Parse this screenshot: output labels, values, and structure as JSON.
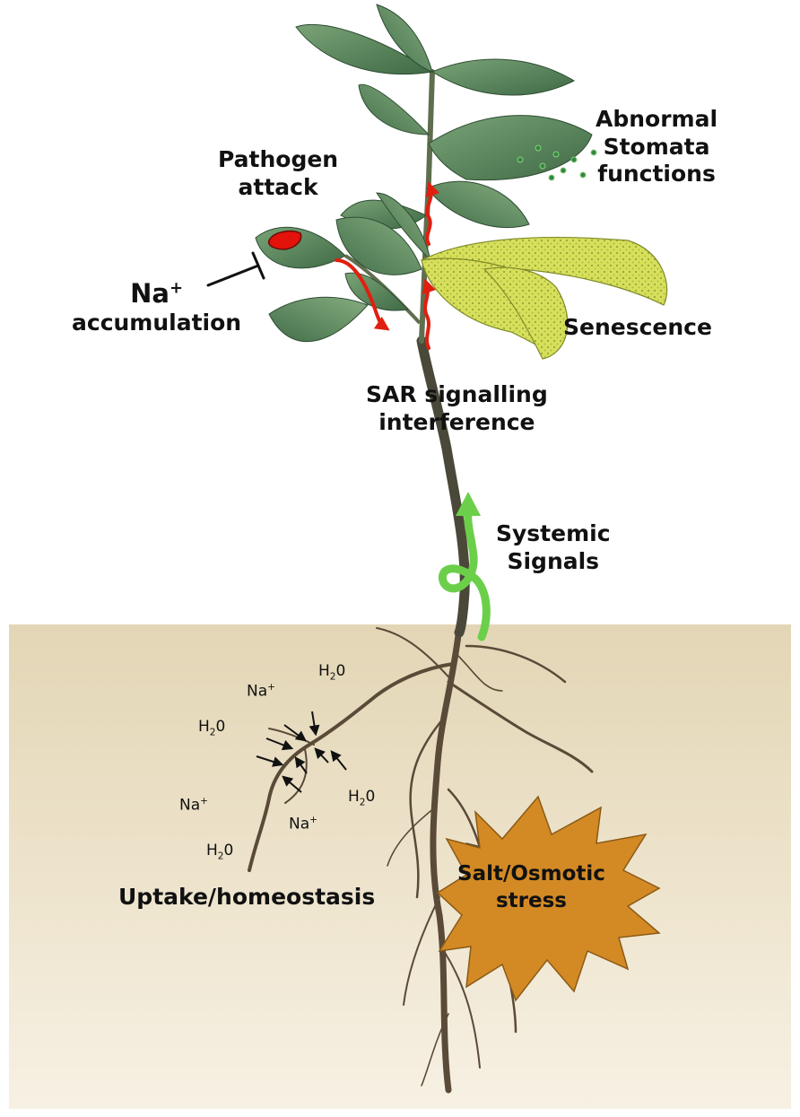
{
  "labels": {
    "pathogen": [
      "Pathogen",
      "attack"
    ],
    "stomata": [
      "Abnormal",
      "Stomata",
      "functions"
    ],
    "na_accum": {
      "ion": "Na",
      "charge": "+",
      "text": "accumulation"
    },
    "senescence": "Senescence",
    "sar": [
      "SAR signalling",
      "interference"
    ],
    "systemic": [
      "Systemic",
      "Signals"
    ],
    "uptake": "Uptake/homeostasis",
    "salt": [
      "Salt/Osmotic",
      "stress"
    ]
  },
  "ions": {
    "na": {
      "symbol": "Na",
      "charge": "+"
    },
    "h2o": {
      "text": "H",
      "sub": "2",
      "tail": "0"
    }
  },
  "colors": {
    "soil_top": "#e3d6b6",
    "soil_bottom": "#f7f1e4",
    "leaf_green": "#5e8c5c",
    "leaf_dark": "#3f6a45",
    "senescent_leaf": "#d3de56",
    "stem": "#4a4838",
    "root": "#5a4a38",
    "sar_arrow": "#e01f10",
    "systemic_arrow": "#6ccf4a",
    "salt_burst": "#d38a25",
    "lesion": "#e3120b"
  }
}
